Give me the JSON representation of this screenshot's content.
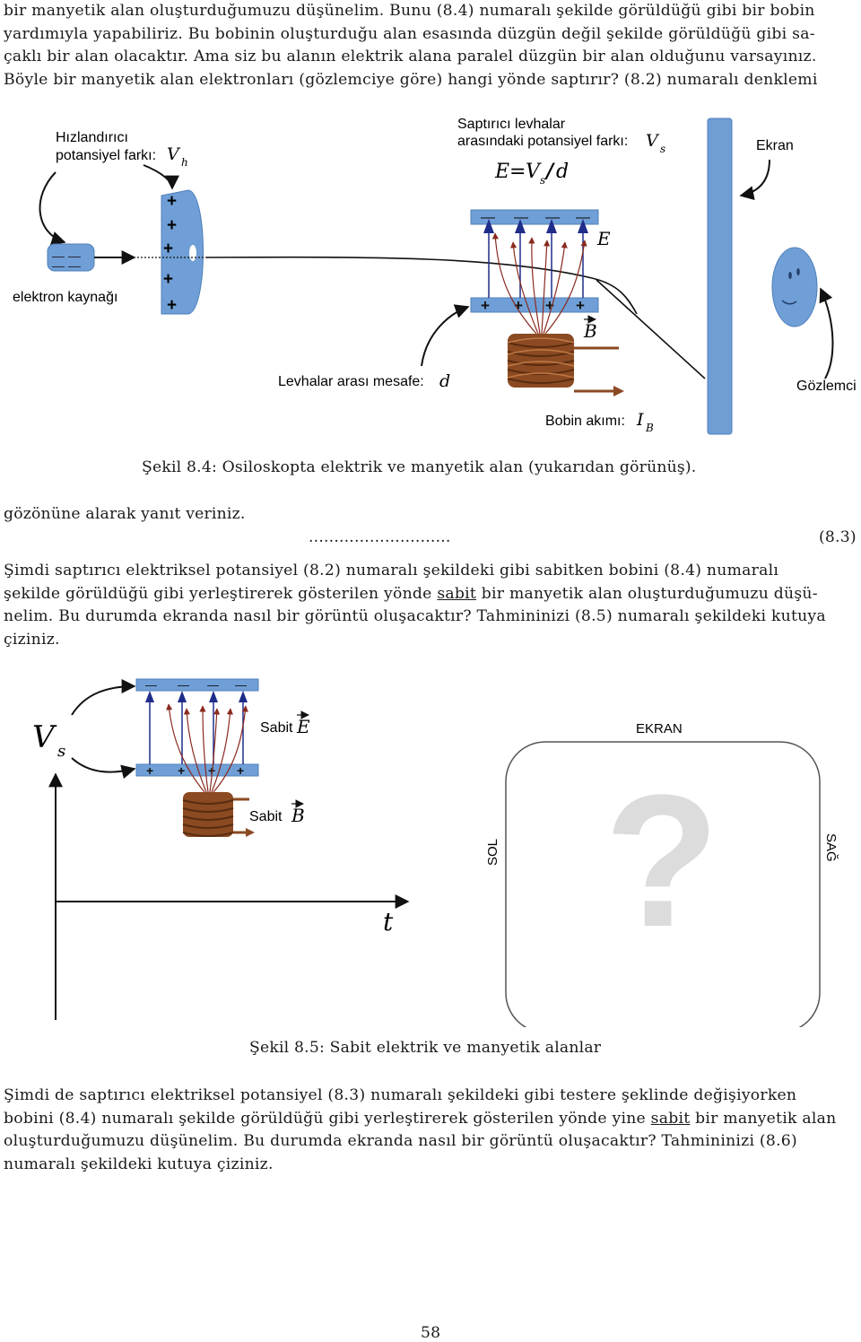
{
  "intro": {
    "lines": [
      "bir manyetik alan oluşturduğumuzu düşünelim. Bunu (8.4) numaralı şekilde görüldüğü gibi bir bobin",
      "yardımıyla yapabiliriz. Bu bobinin oluşturduğu alan esasında düzgün değil şekilde görüldüğü gibi sa-",
      "çaklı bir alan olacaktır. Ama siz bu alanın elektrik alana paralel düzgün bir alan olduğunu varsayınız.",
      "Böyle bir manyetik alan elektronları (gözlemciye göre) hangi yönde saptırır? (8.2) numaralı denklemi"
    ]
  },
  "figure84": {
    "accel_label_1": "Hızlandırıcı",
    "accel_label_2": "potansiyel farkı:",
    "accel_symbol": "V",
    "accel_sub": "h",
    "defl_label_1": "Saptırıcı levhalar",
    "defl_label_2": "arasındaki potansiyel farkı:",
    "defl_symbol": "V",
    "defl_sub": "s",
    "eq_lhs": "E",
    "eq_eq": "=",
    "eq_v": "V",
    "eq_sub": "s",
    "eq_slash": "/",
    "eq_d": "d",
    "screen_label": "Ekran",
    "source_label": "elektron kaynağı",
    "field_e": "E",
    "field_b": "B",
    "distance_label": "Levhalar arası mesafe:",
    "distance_symbol": "d",
    "observer_label": "Gözlemci",
    "coil_label": "Bobin akımı:",
    "coil_symbol": "I",
    "coil_sub": "B",
    "caption": "Şekil 8.4: Osiloskopta elektrik ve manyetik alan (yukarıdan görünüş)."
  },
  "middle": {
    "line1": "gözönüne alarak yanıt veriniz.",
    "dots": "............................",
    "eqnum": "(8.3)"
  },
  "para2": {
    "line1": "Şimdi saptırıcı elektriksel potansiyel (8.2) numaralı şekildeki gibi sabitken bobini (8.4) numaralı",
    "line2_a": "şekilde görüldüğü gibi yerleştirerek gösterilen yönde ",
    "line2_u": "sabit",
    "line2_b": " bir manyetik alan oluşturduğumuzu düşü-",
    "line3": "nelim. Bu durumda ekranda nasıl bir görüntü oluşacaktır? Tahmininizi (8.5) numaralı şekildeki kutuya",
    "line4": "çiziniz."
  },
  "figure85": {
    "vs_symbol": "V",
    "vs_sub": "s",
    "const_e_label": "Sabit",
    "const_e_symbol": "E",
    "const_b_label": "Sabit",
    "const_b_symbol": "B",
    "t_symbol": "t",
    "screen_title": "EKRAN",
    "left_label": "SOL",
    "right_label": "SAĞ",
    "question": "?",
    "caption": "Şekil 8.5: Sabit elektrik ve manyetik alanlar"
  },
  "para3": {
    "line1": "Şimdi de saptırıcı elektriksel potansiyel (8.3) numaralı şekildeki gibi testere şeklinde değişiyorken",
    "line2_a": "bobini (8.4) numaralı şekilde görüldüğü gibi yerleştirerek gösterilen yönde yine ",
    "line2_u": "sabit",
    "line2_b": " bir manyetik alan",
    "line3": "oluşturduğumuzu düşünelim. Bu durumda ekranda nasıl bir görüntü oluşacaktır? Tahmininizi (8.6)",
    "line4": "numaralı şekildeki kutuya çiziniz."
  },
  "page_number": "58",
  "colors": {
    "plate_blue": "#6f9fd6",
    "screen_blue": "#6e9ed4",
    "arrow_navy": "#1f2d8a",
    "field_red": "#8a2a1f",
    "coil_brown": "#8b4a22"
  }
}
